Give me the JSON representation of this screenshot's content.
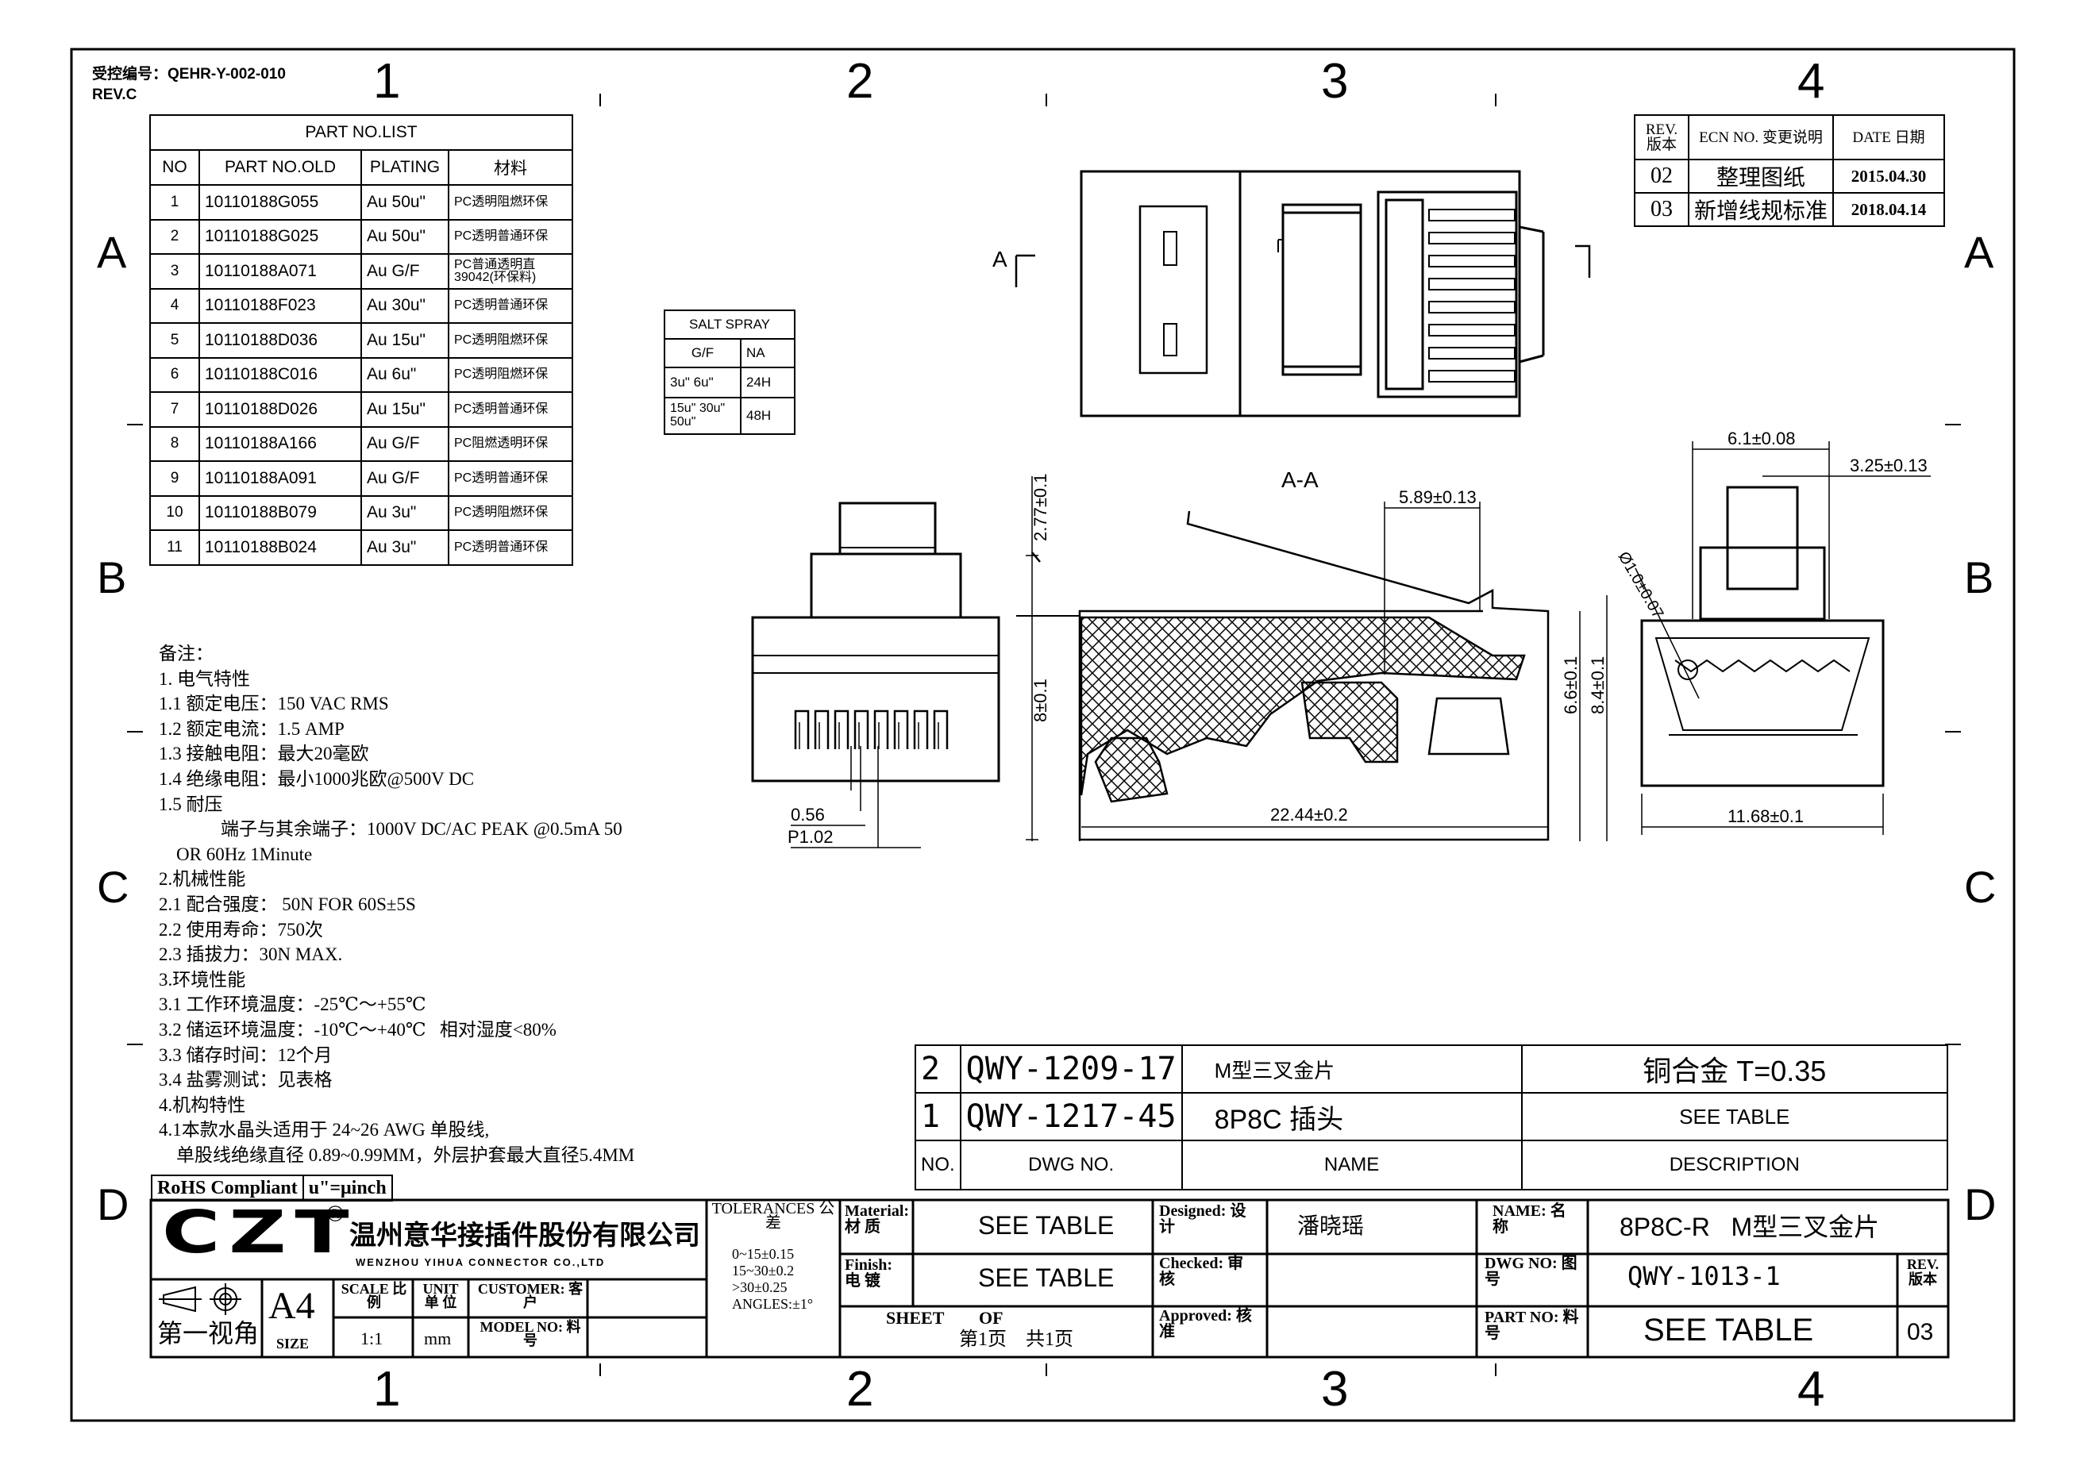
{
  "header": {
    "control_no": "受控编号：QEHR-Y-002-010",
    "rev": "REV.C"
  },
  "zones": {
    "cols": [
      "1",
      "2",
      "3",
      "4"
    ],
    "rows": [
      "A",
      "B",
      "C",
      "D"
    ]
  },
  "part_list": {
    "title": "PART NO.LIST",
    "headers": [
      "NO",
      "PART NO.OLD",
      "PLATING",
      "材料"
    ],
    "rows": [
      [
        "1",
        "10110188G055",
        "Au 50u\"",
        "PC透明阻燃环保"
      ],
      [
        "2",
        "10110188G025",
        "Au 50u\"",
        "PC透明普通环保"
      ],
      [
        "3",
        "10110188A071",
        "Au G/F",
        "PC普通透明直 39042(环保料)"
      ],
      [
        "4",
        "10110188F023",
        "Au 30u\"",
        "PC透明普通环保"
      ],
      [
        "5",
        "10110188D036",
        "Au 15u\"",
        "PC透明阻燃环保"
      ],
      [
        "6",
        "10110188C016",
        "Au 6u\"",
        "PC透明阻燃环保"
      ],
      [
        "7",
        "10110188D026",
        "Au 15u\"",
        "PC透明普通环保"
      ],
      [
        "8",
        "10110188A166",
        "Au G/F",
        "PC阻燃透明环保"
      ],
      [
        "9",
        "10110188A091",
        "Au G/F",
        "PC透明普通环保"
      ],
      [
        "10",
        "10110188B079",
        "Au 3u\"",
        "PC透明阻燃环保"
      ],
      [
        "11",
        "10110188B024",
        "Au 3u\"",
        "PC透明普通环保"
      ]
    ]
  },
  "salt_spray": {
    "title": "SALT SPRAY",
    "headers": [
      "G/F",
      "NA"
    ],
    "rows": [
      [
        "3u\"  6u\"",
        "24H"
      ],
      [
        "15u\"  30u\" 50u\"",
        "48H"
      ]
    ]
  },
  "revision": {
    "headers": [
      "REV. 版本",
      "ECN NO. 变更说明",
      "DATE 日期"
    ],
    "rows": [
      [
        "02",
        "整理图纸",
        "2015.04.30"
      ],
      [
        "03",
        "新增线规标准",
        "2018.04.14"
      ]
    ]
  },
  "dims": {
    "section": "A-A",
    "sec_a_left": "A",
    "sec_a_right": "A",
    "d_056": "0.56",
    "d_p102": "P1.02",
    "d_277": "2.77±0.1",
    "d_8": "8±0.1",
    "d_589": "5.89±0.13",
    "d_2244": "22.44±0.2",
    "d_66": "6.6±0.1",
    "d_84": "8.4±0.1",
    "d_61": "6.1±0.08",
    "d_325": "3.25±0.13",
    "d_1168": "11.68±0.1",
    "d_phi": "Ø1.0±0.07"
  },
  "notes": [
    "备注：",
    "1. 电气特性",
    "1.1 额定电压：150 VAC RMS",
    "1.2 额定电流：1.5 AMP",
    "1.3 接触电阻：最大20毫欧",
    "1.4 绝缘电阻：最小1000兆欧@500V DC",
    "1.5 耐压",
    "端子与其余端子：1000V DC/AC PEAK @0.5mA 50",
    "OR 60Hz 1Minute",
    "2.机械性能",
    "2.1 配合强度： 50N FOR 60S±5S",
    "2.2 使用寿命：750次",
    "2.3 插拔力：30N MAX.",
    "3.环境性能",
    "3.1 工作环境温度：-25℃～+55℃",
    "3.2 储运环境温度：-10℃～+40℃   相对湿度<80%",
    "3.3 储存时间：12个月",
    "3.4 盐雾测试：见表格",
    "4.机构特性",
    "4.1本款水晶头适用于 24~26 AWG 单股线,",
    "单股线绝缘直径 0.89~0.99MM，外层护套最大直径5.4MM"
  ],
  "bom": {
    "rows": [
      {
        "no": "2",
        "dwg": "QWY-1209-17",
        "name": "M型三叉金片",
        "desc": "铜合金 T=0.35"
      },
      {
        "no": "1",
        "dwg": "QWY-1217-45",
        "name": "8P8C 插头",
        "desc": "SEE TABLE"
      }
    ],
    "headers": {
      "no": "NO.",
      "dwg": "DWG NO.",
      "name": "NAME",
      "desc": "DESCRIPTION"
    }
  },
  "rohs": "RoHS Compliant",
  "unit_note": "u\"=μinch",
  "title_block": {
    "logo": "CZT",
    "logo_mark": "®",
    "company_cn": "温州意华接插件股份有限公司",
    "company_en": "WENZHOU YIHUA CONNECTOR CO.,LTD",
    "projection": "第一视角",
    "size_val": "A4",
    "size_lbl": "SIZE",
    "scale_lbl": "SCALE 比 例",
    "scale_val": "1:1",
    "unit_lbl": "UNIT 单 位",
    "unit_val": "mm",
    "customer_lbl": "CUSTOMER: 客 户",
    "model_lbl": "MODEL NO: 料 号",
    "tol_title": "TOLERANCES 公 差",
    "tol": [
      "0~15±0.15",
      "15~30±0.2",
      ">30±0.25",
      "ANGLES:±1°"
    ],
    "material_lbl": "Material: 材 质",
    "material_val": "SEE TABLE",
    "finish_lbl": "Finish: 电 镀",
    "finish_val": "SEE TABLE",
    "sheet_lbl": "SHEET        OF",
    "sheet_val": "第1页    共1页",
    "designed_lbl": "Designed: 设 计",
    "designed_val": "潘晓瑶",
    "checked_lbl": "Checked: 审 核",
    "approved_lbl": "Approved: 核 准",
    "name_lbl": "NAME: 名 称",
    "name_val": "8P8C-R   M型三叉金片",
    "dwg_lbl": "DWG NO: 图 号",
    "dwg_val": "QWY-1013-1",
    "part_lbl": "PART NO: 料 号",
    "part_val": "SEE TABLE",
    "rev_lbl": "REV. 版本",
    "rev_val": "03"
  }
}
